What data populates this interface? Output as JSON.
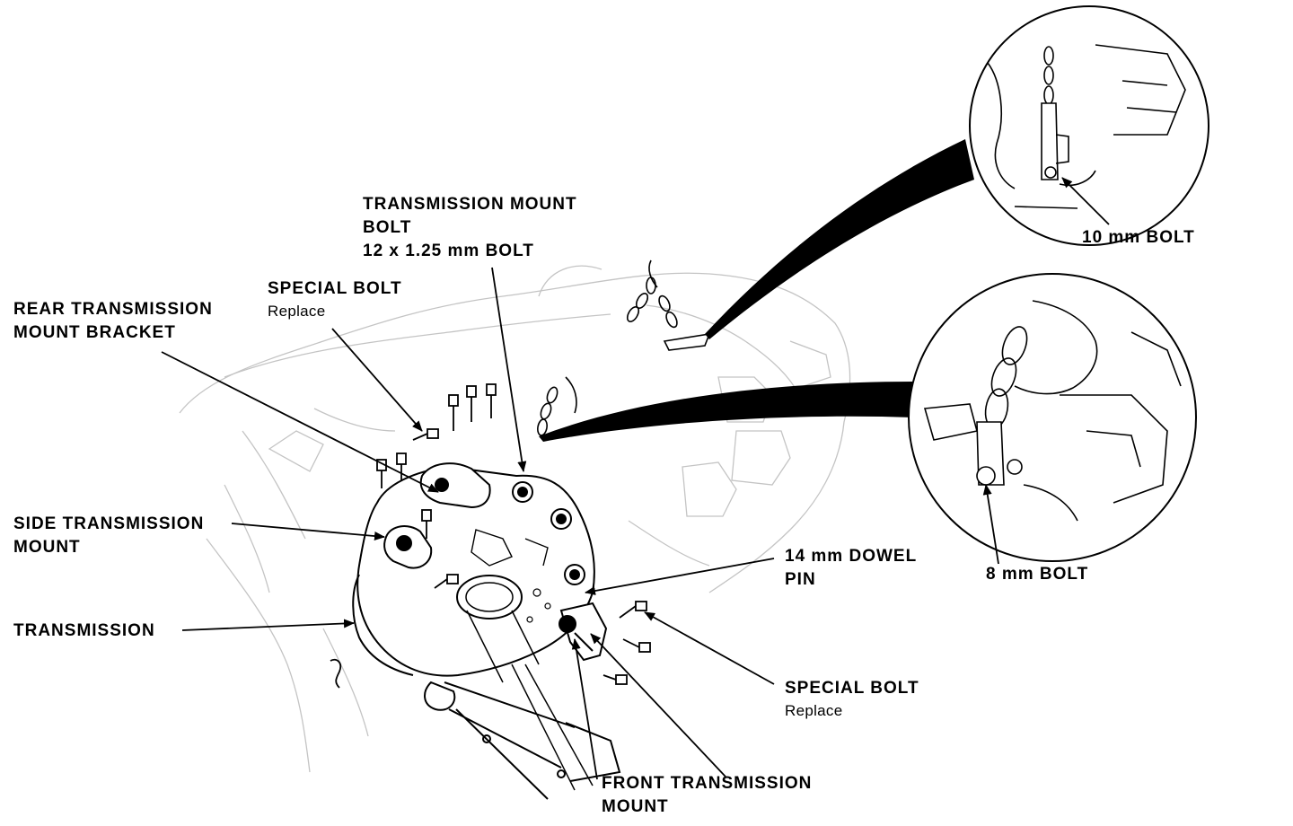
{
  "labels": {
    "trans_mount_bolt": {
      "line1": "TRANSMISSION MOUNT",
      "line2": "BOLT",
      "line3": "12 x 1.25 mm BOLT"
    },
    "special_bolt_top": {
      "line1": "SPECIAL BOLT",
      "note": "Replace"
    },
    "rear_mount_bracket": {
      "line1": "REAR TRANSMISSION",
      "line2": "MOUNT BRACKET"
    },
    "side_mount": {
      "line1": "SIDE TRANSMISSION",
      "line2": "MOUNT"
    },
    "transmission": {
      "line1": "TRANSMISSION"
    },
    "dowel_pin": {
      "line1": "14 mm DOWEL",
      "line2": "PIN"
    },
    "special_bolt_bottom": {
      "line1": "SPECIAL BOLT",
      "note": "Replace"
    },
    "front_mount": {
      "line1": "FRONT TRANSMISSION",
      "line2": "MOUNT"
    },
    "bolt_10mm": {
      "line1": "10 mm BOLT"
    },
    "bolt_8mm": {
      "line1": "8 mm BOLT"
    }
  },
  "colors": {
    "ink": "#000000",
    "paper": "#ffffff",
    "faint": "#bbbbbb"
  }
}
